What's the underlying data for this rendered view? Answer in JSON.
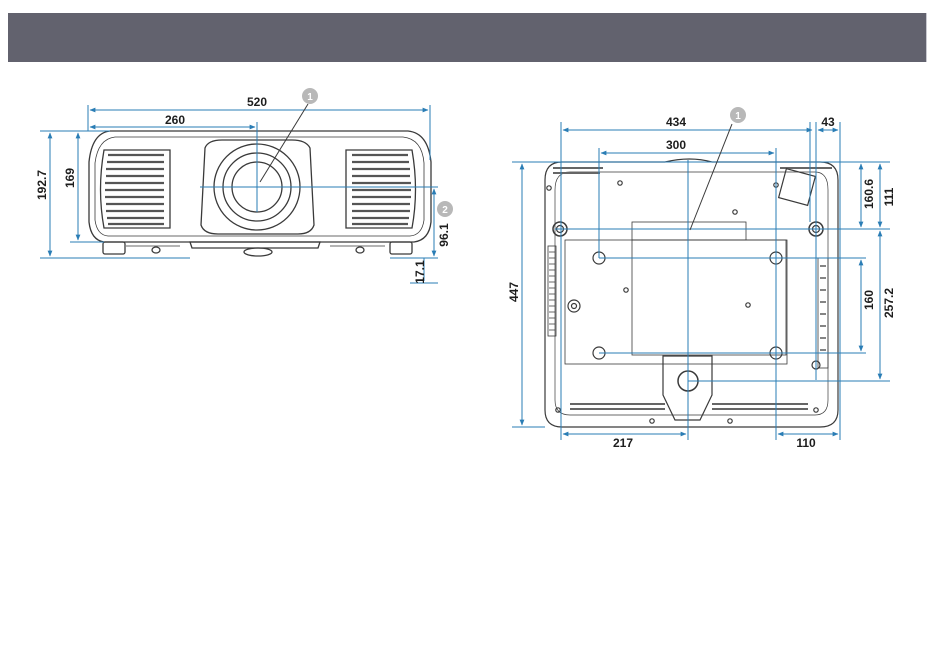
{
  "colors": {
    "header": "#62626e",
    "dimension_line": "#2a7db5",
    "outline": "#3a3a3a",
    "callout": "#b8b8b8"
  },
  "front_view": {
    "dimensions": {
      "total_width": "520",
      "lens_center_x": "260",
      "total_height": "192.7",
      "body_height": "169",
      "lens_center_height": "96.1",
      "foot_height": "17.1"
    },
    "callouts": [
      "1",
      "2"
    ]
  },
  "bottom_view": {
    "dimensions": {
      "mount_span_x": "434",
      "hole_span_x": "300",
      "right_offset": "43",
      "total_depth": "447",
      "front_to_hole": "160.6",
      "front_to_mount": "111",
      "hole_span_y": "160",
      "front_to_foot": "257.2",
      "left_to_foot": "217",
      "foot_to_right": "110"
    },
    "callouts": [
      "1"
    ]
  }
}
